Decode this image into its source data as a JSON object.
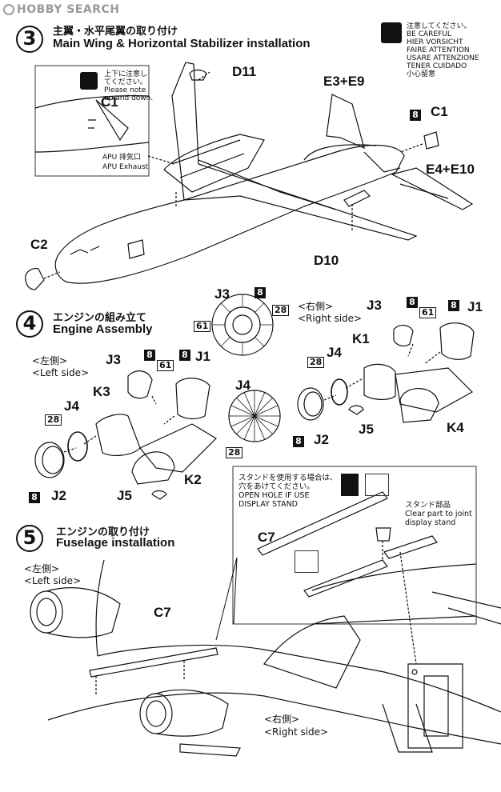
{
  "watermark": "HOBBY SEARCH",
  "steps": {
    "s3": {
      "num": "3",
      "jp": "主翼・水平尾翼の取り付け",
      "en": "Main Wing & Horizontal Stabilizer installation"
    },
    "s4": {
      "num": "4",
      "jp": "エンジンの組み立て",
      "en": "Engine Assembly"
    },
    "s5": {
      "num": "5",
      "jp": "エンジンの取り付け",
      "en": "Fuselage installation"
    }
  },
  "warning": {
    "lines": [
      "注意してください。",
      "BE CAREFUL",
      "HIER VORSICHT",
      "FAIRE ATTENTION",
      "USARE ATTENZIONE",
      "TENER CUIDADO",
      "小心留意"
    ]
  },
  "inset": {
    "note_lines": [
      "上下に注意し",
      "てください。",
      "Please note",
      "up and down."
    ],
    "part": "C1",
    "apu_jp": "APU 排気口",
    "apu_en": "APU Exhaust"
  },
  "labels": {
    "d11": "D11",
    "e3e9": "E3+E9",
    "c1": "C1",
    "e4e10": "E4+E10",
    "c2": "C2",
    "d10": "D10",
    "j3_top": "J3",
    "j1_r": "J1",
    "j3_r": "J3",
    "k1": "K1",
    "j4_r": "J4",
    "j2_r": "J2",
    "j5_r": "J5",
    "k4": "K4",
    "j3_l": "J3",
    "j1_l": "J1",
    "k3": "K3",
    "j4_l": "J4",
    "j2_l": "J2",
    "k2": "K2",
    "j5_l": "J5",
    "j4_mid": "J4",
    "c7_a": "C7",
    "c7_b": "C7"
  },
  "badges": {
    "b8": "8",
    "b28": "28",
    "b61": "61"
  },
  "sides": {
    "right_jp": "<右側>",
    "right_en": "<Right side>",
    "left_jp": "<左側>",
    "left_en": "<Left side>"
  },
  "stand": {
    "lines": [
      "スタンドを使用する場合は、",
      "穴をあけてください。",
      "OPEN HOLE  IF USE",
      "DISPLAY STAND"
    ],
    "part_lines": [
      "スタンド部品",
      "Clear part to joint",
      "display stand"
    ]
  }
}
